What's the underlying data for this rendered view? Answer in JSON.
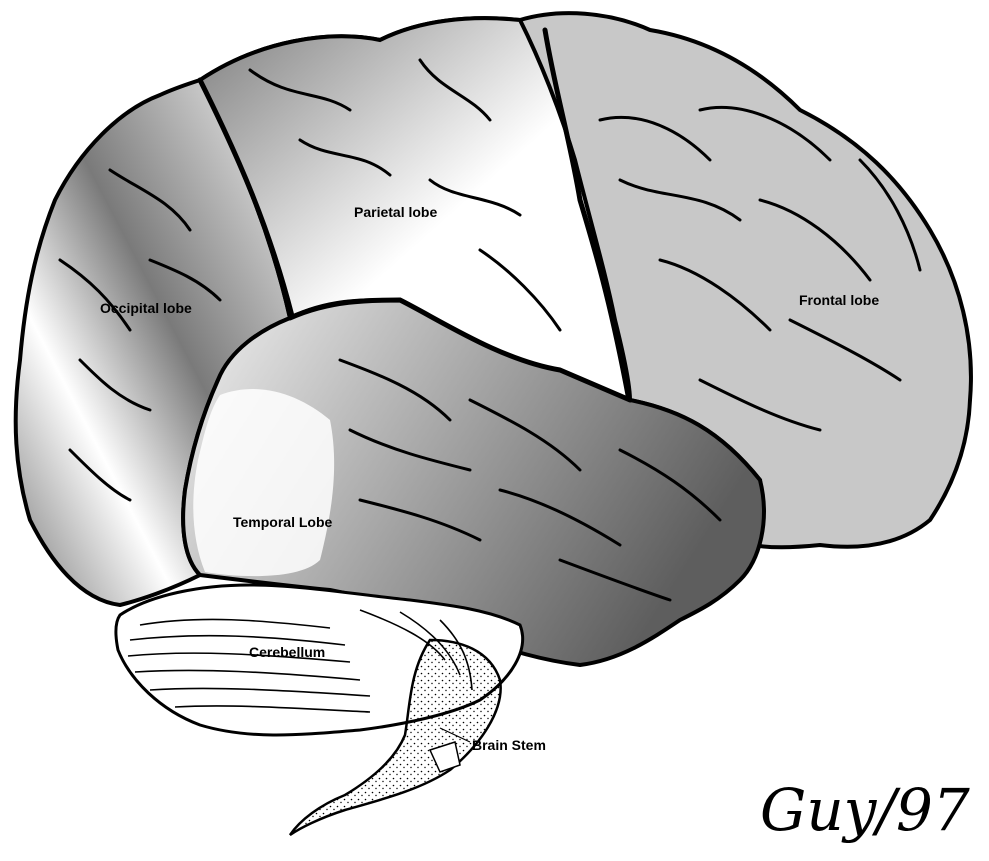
{
  "diagram": {
    "labels": {
      "parietal": "Parietal lobe",
      "occipital": "Occipital lobe",
      "frontal": "Frontal lobe",
      "temporal": "Temporal Lobe",
      "cerebellum": "Cerebellum",
      "brainstem": "Brain Stem"
    },
    "signature": "Guy/97",
    "colors": {
      "frontal": "#c8c8c8",
      "parietal_light": "#ffffff",
      "parietal_dark": "#8a8a8a",
      "occipital_light": "#f0f0f0",
      "occipital_dark": "#7c7c7c",
      "temporal_light": "#d0d0d0",
      "temporal_dark": "#6a6a6a",
      "cerebellum": "#ffffff",
      "outline": "#000000"
    }
  }
}
